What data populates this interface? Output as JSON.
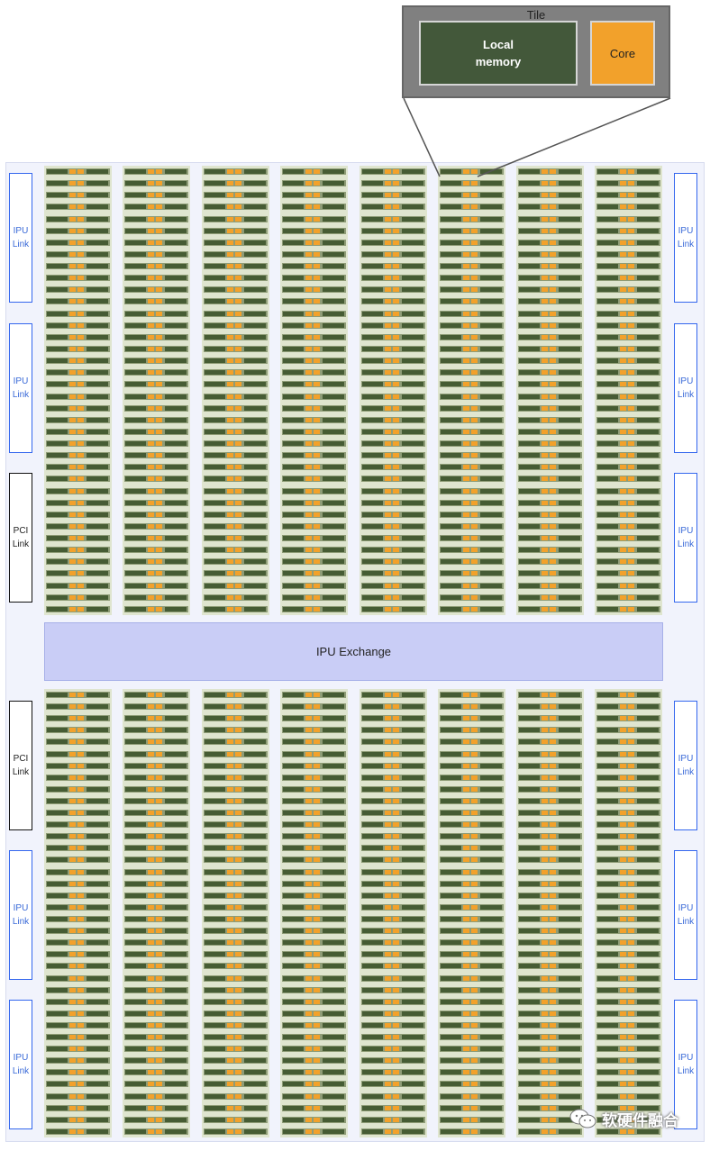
{
  "tile": {
    "title": "Tile",
    "local_memory_label": "Local\nmemory",
    "core_label": "Core"
  },
  "exchange": {
    "label": "IPU Exchange"
  },
  "links": {
    "left": [
      {
        "label": "IPU\nLink",
        "kind": "ipu"
      },
      {
        "label": "IPU\nLink",
        "kind": "ipu"
      },
      {
        "label": "PCI\nLink",
        "kind": "pci"
      },
      {
        "label": "PCI\nLink",
        "kind": "pci"
      },
      {
        "label": "IPU\nLink",
        "kind": "ipu"
      },
      {
        "label": "IPU\nLink",
        "kind": "ipu"
      }
    ],
    "right": [
      {
        "label": "IPU\nLink",
        "kind": "ipu"
      },
      {
        "label": "IPU\nLink",
        "kind": "ipu"
      },
      {
        "label": "IPU\nLink",
        "kind": "ipu"
      },
      {
        "label": "IPU\nLink",
        "kind": "ipu"
      },
      {
        "label": "IPU\nLink",
        "kind": "ipu"
      },
      {
        "label": "IPU\nLink",
        "kind": "ipu"
      }
    ]
  },
  "tile_grid": {
    "columns_per_half": 8,
    "rows_per_column": 38
  },
  "colors": {
    "memory": "#465c34",
    "core": "#f2a12b",
    "ipu_link": "#3366ee",
    "pci_link": "#111111",
    "exchange": "#c9cdf6"
  },
  "watermark": {
    "text": "软硬件融合",
    "icon": "wechat-icon"
  }
}
